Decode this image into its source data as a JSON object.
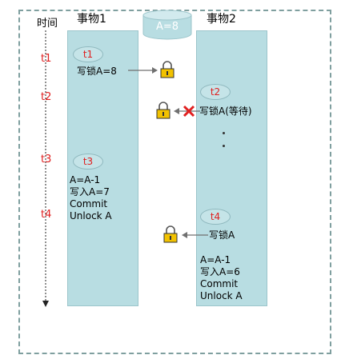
{
  "header": {
    "time_label": "时间",
    "txn1_title": "事物1",
    "txn2_title": "事物2",
    "resource_label": "A=8"
  },
  "timeline": {
    "ticks": [
      "t1",
      "t2",
      "t3",
      "t4"
    ]
  },
  "txn1": {
    "t1_label": "t1",
    "t1_action": "写锁A=8",
    "t3_label": "t3",
    "t3_steps": [
      "A=A-1",
      "写入A=7",
      "Commit",
      "Unlock A"
    ]
  },
  "txn2": {
    "t2_label": "t2",
    "t2_action": "写锁A(等待)",
    "t4_label": "t4",
    "t4_action": "写锁A",
    "t4_steps": [
      "A=A-1",
      "写入A=6",
      "Commit",
      "Unlock A"
    ]
  },
  "colors": {
    "column_fill": "#b8dde2",
    "label_red": "#e02020",
    "blocked_red": "#e02020",
    "lock_gold": "#f2c200"
  },
  "icons": [
    "database-icon",
    "lock-icon",
    "blocked-x-icon",
    "arrow-icon"
  ]
}
